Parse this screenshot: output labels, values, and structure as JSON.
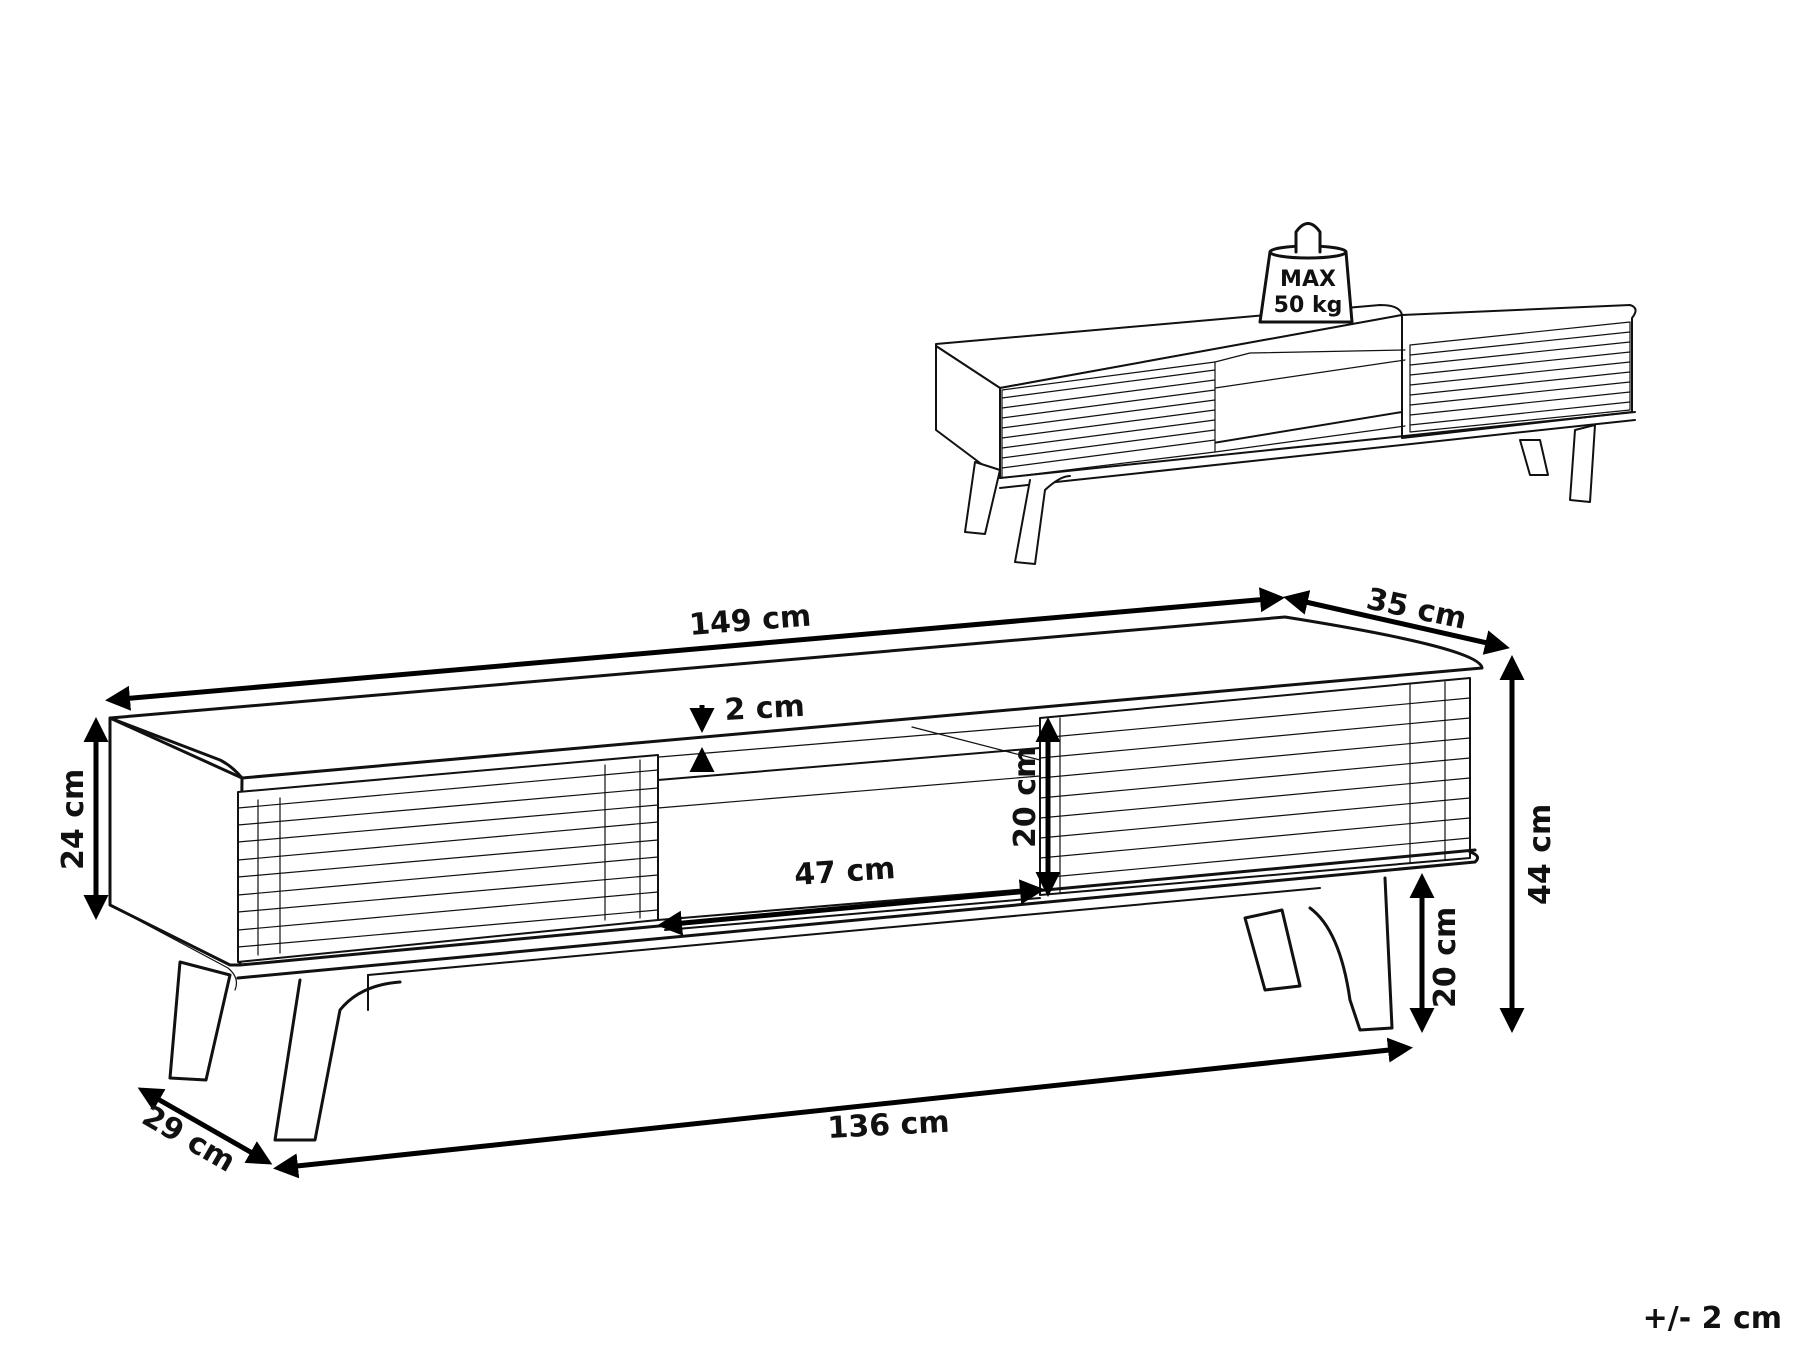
{
  "diagram": {
    "type": "furniture-dimension-drawing",
    "subject": "TV stand with slatted doors and open middle shelf",
    "stroke_color": "#111111",
    "background": "#ffffff"
  },
  "weight_badge": {
    "line1": "MAX",
    "line2": "50 kg",
    "icon": "weight-icon"
  },
  "dimensions": {
    "total_width": "149 cm",
    "depth_top": "35 cm",
    "shelf_thickness": "2 cm",
    "body_height": "24 cm",
    "shelf_opening_height": "20 cm",
    "shelf_opening_width": "47 cm",
    "leg_height": "20 cm",
    "total_height": "44 cm",
    "leg_span_width": "136 cm",
    "leg_span_depth": "29 cm"
  },
  "tolerance": "+/- 2 cm"
}
